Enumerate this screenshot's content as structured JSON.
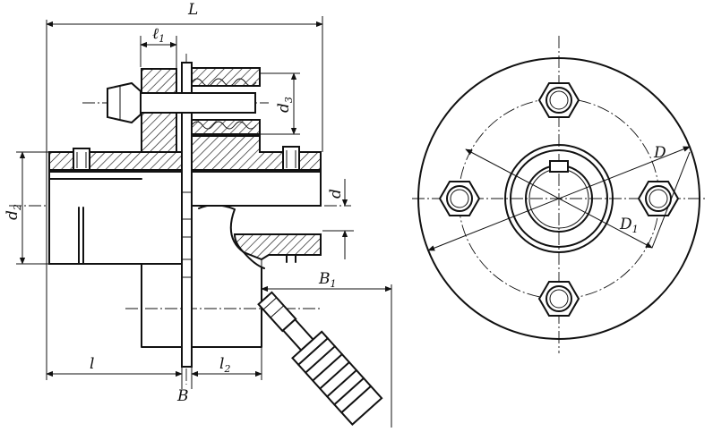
{
  "labels": {
    "L": "L",
    "l1": "ℓ",
    "l1_sub": "1",
    "d3": "d",
    "d3_sub": "3",
    "d2": "d",
    "d2_sub": "2",
    "d": "d",
    "B1": "B",
    "B1_sub": "1",
    "l": "l",
    "B": "B",
    "l2": "l",
    "l2_sub": "2",
    "D": "D",
    "D1": "D",
    "D1_sub": "1"
  }
}
